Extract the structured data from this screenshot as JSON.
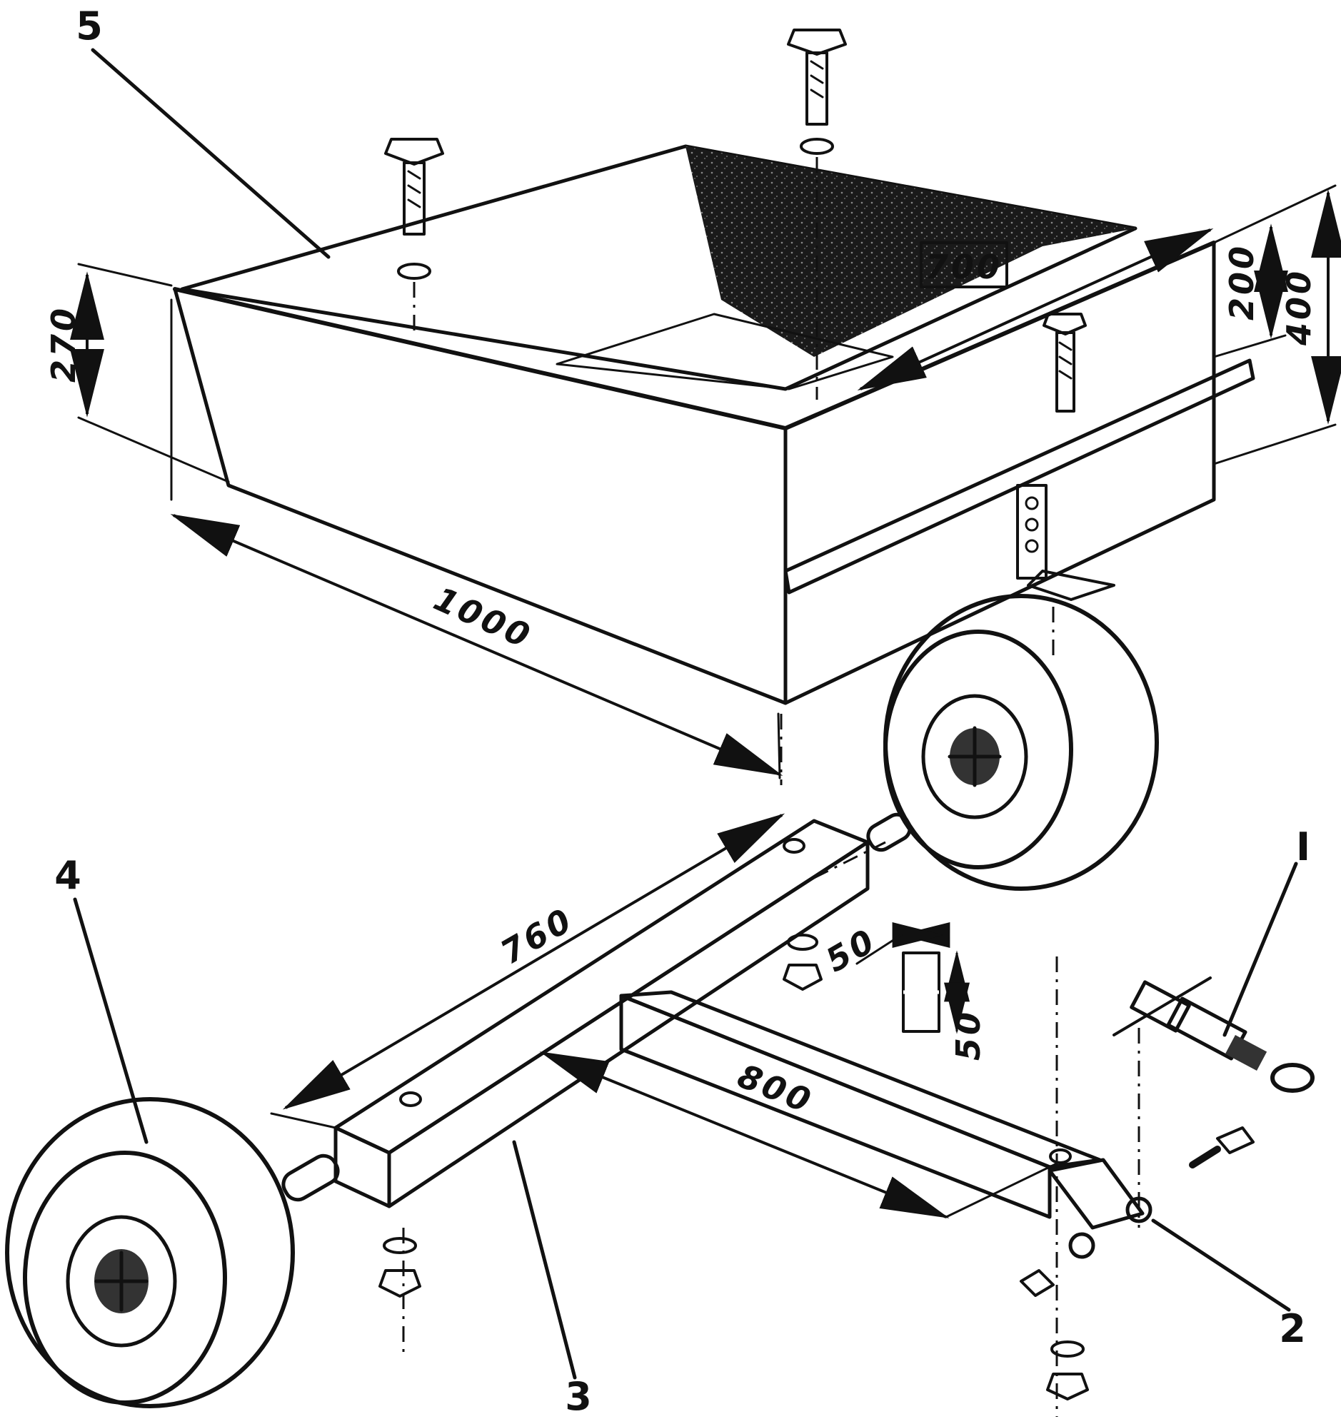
{
  "parts": {
    "p1": "I",
    "p2": "2",
    "p3": "3",
    "p4": "4",
    "p5": "5"
  },
  "dimensions": {
    "body_length": "1000",
    "body_width": "700",
    "front_height": "270",
    "side_height": "200",
    "total_height": "400",
    "axle_length": "760",
    "drawbar_length": "800",
    "profile_width": "50",
    "profile_height": "50"
  },
  "colors": {
    "ink": "#111111",
    "paper": "#ffffff"
  }
}
